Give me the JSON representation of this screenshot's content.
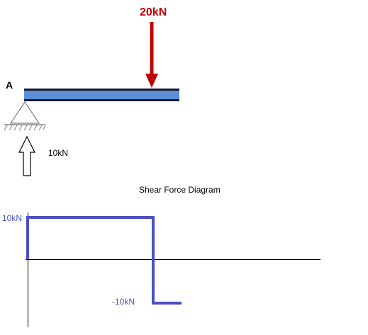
{
  "beam": {
    "support_label": "A",
    "point_load": {
      "label": "20kN",
      "color": "#c00000"
    },
    "reaction": {
      "label": "10kN"
    },
    "beam_color": "#5b8fd9",
    "beam_edge_color": "#1a1a2e"
  },
  "sfd": {
    "title": "Shear Force Diagram",
    "positive_label": "10kN",
    "negative_label": "-10kN",
    "label_color": "#4a55c8",
    "line_color": "#4a4fc4"
  }
}
